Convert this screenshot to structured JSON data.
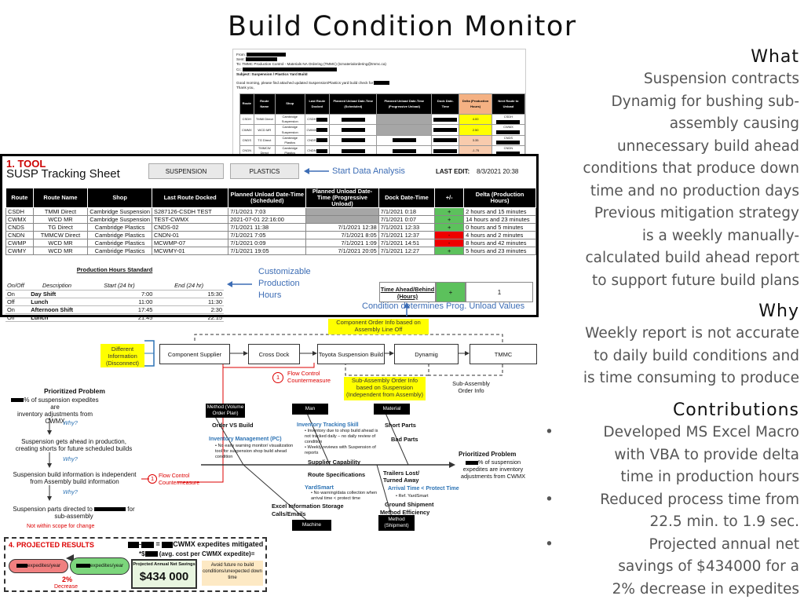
{
  "title": "Build Condition Monitor",
  "what": {
    "heading": "What",
    "lines": [
      "Suspension contracts",
      "Dynamig for bushing sub-",
      "assembly causing",
      "unnecessary build ahead",
      "conditions that produce down",
      "time and no production days",
      "Previous mitigation strategy",
      "is a weekly manually-",
      "calculated build ahead report",
      "to support future build plans"
    ]
  },
  "why": {
    "heading": "Why",
    "lines": [
      "Weekly report is not accurate",
      "to daily build conditions and",
      "is time consuming to produce"
    ]
  },
  "contributions": {
    "heading": "Contributions",
    "items": [
      [
        "Developed MS Excel Macro",
        "with VBA to provide delta",
        "time in production hours"
      ],
      [
        "Reduced process time from",
        "22.5 min. to 1.9 sec."
      ],
      [
        "Projected annual net",
        "savings of $434000 for a",
        "2% decrease in expedites"
      ]
    ]
  },
  "email": {
    "from": "From:",
    "sent": "Sent:",
    "to": "To: TMMC Production Control - Materials NA Ordering (TMMC) (tcmaterialordering@tmmc.ca)",
    "cc": "Cc:",
    "subject": "Subject: Suspension / Plastics Yard Build",
    "greet": "Good morning, please find attached updated Suspension/Plastics yard build check for",
    "thanks": "Thank you,",
    "headers": [
      "Route",
      "Route Name",
      "Shop",
      "Last Route Docked",
      "Planned Unload Date-Time (Scheduled)",
      "Planned Unload Date-Time (Progressive Unload)",
      "Dock Date-Time",
      "Delta (Production Hours)",
      "Next Route to Unload"
    ],
    "rows": [
      [
        "CSDH",
        "TMMI Direct",
        "Cambridge Suspension",
        "CSDH",
        "",
        "",
        "",
        "4.00",
        "CSDH"
      ],
      [
        "CWMX",
        "WCD MR",
        "Cambridge Suspension",
        "CWMX",
        "",
        "",
        "",
        "2.50",
        "CWMX"
      ],
      [
        "CNDS",
        "TG Direct",
        "Cambridge Plastics",
        "CNDS",
        "",
        "",
        "",
        "3.35",
        "CNDS"
      ],
      [
        "CNDN",
        "TMMCW Direct",
        "Cambridge Plastics",
        "CNDN",
        "",
        "",
        "",
        "-1.75",
        "CNDN"
      ]
    ]
  },
  "tool": {
    "label": "1. TOOL",
    "sheet_title": "SUSP Tracking Sheet",
    "btn_suspension": "SUSPENSION",
    "btn_plastics": "PLASTICS",
    "start_analysis": "Start Data Analysis",
    "last_edit_label": "LAST EDIT:",
    "last_edit_value": "8/3/2021 20:38",
    "headers": [
      "Route",
      "Route Name",
      "Shop",
      "Last Route Docked",
      "Planned Unload Date-Time (Scheduled)",
      "Planned Unload Date-Time (Progressive Unload)",
      "Dock Date-Time",
      "+/-",
      "Delta (Production Hours)"
    ],
    "rows": [
      {
        "route": "CSDH",
        "name": "TMMI Direct",
        "shop": "Cambridge Suspension",
        "last": "S287126-CSDH TEST",
        "sched": "7/1/2021 7:03",
        "prog": "",
        "dock": "7/1/2021 0:18",
        "sign": "+",
        "delta": "2 hours and 15 minutes",
        "status": "green"
      },
      {
        "route": "CWMX",
        "name": "WCD MR",
        "shop": "Cambridge Suspension",
        "last": "TEST-CWMX",
        "sched": "2021-07-01 22:16:00",
        "prog": "",
        "dock": "7/1/2021 0:07",
        "sign": "+",
        "delta": "14 hours and 23 minutes",
        "status": "green"
      },
      {
        "route": "CNDS",
        "name": "TG Direct",
        "shop": "Cambridge Plastics",
        "last": "CNDS-02",
        "sched": "7/1/2021 11:38",
        "prog": "7/1/2021 12:38",
        "dock": "7/1/2021 12:33",
        "sign": "+",
        "delta": "0 hours and 5 minutes",
        "status": "green"
      },
      {
        "route": "CNDN",
        "name": "TMMCW Direct",
        "shop": "Cambridge Plastics",
        "last": "CNDN-01",
        "sched": "7/1/2021 7:05",
        "prog": "7/1/2021 8:05",
        "dock": "7/1/2021 12:37",
        "sign": "-",
        "delta": "4 hours and 2 minutes",
        "status": "red"
      },
      {
        "route": "CWMP",
        "name": "WCD MR",
        "shop": "Cambridge Plastics",
        "last": "MCWMP-07",
        "sched": "7/1/2021 0:09",
        "prog": "7/1/2021 1:09",
        "dock": "7/1/2021 14:51",
        "sign": "-",
        "delta": "8 hours and 42 minutes",
        "status": "red"
      },
      {
        "route": "CWMY",
        "name": "WCD MR",
        "shop": "Cambridge Plastics",
        "last": "MCWMY-01",
        "sched": "7/1/2021 19:05",
        "prog": "7/1/2021 20:05",
        "dock": "7/1/2021 12:27",
        "sign": "+",
        "delta": "5 hours and 23 minutes",
        "status": "green"
      }
    ],
    "hours_title": "Production Hours Standard",
    "hours_headers": [
      "On/Off",
      "Description",
      "Start (24 hr)",
      "End (24 hr)"
    ],
    "hours_rows": [
      [
        "On",
        "Day Shift",
        "7:00",
        "15:30"
      ],
      [
        "Off",
        "Lunch",
        "11:00",
        "11:30"
      ],
      [
        "On",
        "Afternoon Shift",
        "17:45",
        "2:30"
      ],
      [
        "Off",
        "Lunch",
        "21:45",
        "22:15"
      ]
    ],
    "customizable": [
      "Customizable",
      "Production",
      "Hours"
    ],
    "time_ahead_label": "Time Ahead/Behind (Hours)",
    "time_ahead_sign": "+",
    "time_ahead_value": "1",
    "condition_note": "Condition determines Prog. Unload Values"
  },
  "flow": {
    "component_order_info": "Component Order Info based on Assembly Line Off",
    "different_info": "Different Information (Disconnect)",
    "nodes": [
      "Component Supplier",
      "Cross Dock",
      "Toyota Suspension Build",
      "Dynamig",
      "TMMC"
    ],
    "flow_control_num": "1",
    "flow_control": "Flow Control Countermeasure",
    "subassembly_info": "Sub-Assembly Order Info based on Suspension (Independent from Assembly)",
    "subassembly_order": "Sub-Assembly Order Info"
  },
  "problem": {
    "title": "Prioritized Problem",
    "line1": "% of suspension expedites are",
    "line2": "inventory adjustments from CWMX",
    "why": "Why?",
    "step2": [
      "Suspension gets ahead in production,",
      "creating shorts for future scheduled builds"
    ],
    "step3": [
      "Suspension build information is independent",
      "from Assembly build information"
    ],
    "step4a": "Suspension parts directed to",
    "step4b": "for",
    "step4c": "sub-assembly",
    "not_scope": "Not within scope for change",
    "fc_num": "1",
    "fc_text": [
      "Flow Control",
      "Countermeasure"
    ]
  },
  "fishbone": {
    "method_label": "Method (Volume Order Plan)",
    "man_label": "Man",
    "material_label": "Material",
    "machine_label": "Machine",
    "method_ship_label": "Method (Shipment)",
    "order_vs_build": "Order VS Build",
    "inv_mgmt": "Inventory Management (PC)",
    "inv_mgmt_bullets": [
      "No early warning monitor/ visualization tool for suspension shop build ahead condition"
    ],
    "inv_skill": "Inventory Tracking Skill",
    "inv_skill_bullets": [
      "Inventory due to shop build ahead is not tracked daily – no daily review of condition",
      "Weekly reviews with Suspension of reports"
    ],
    "supplier_cap": "Supplier Capability",
    "short_parts": "Short Parts",
    "bad_parts": "Bad Parts",
    "route_specs": "Route Specifications",
    "yardsmart": "YardSmart",
    "yardsmart_bullets": [
      "No warning/data collection when arrival time < protect time"
    ],
    "excel_info": "Excel Information Storage",
    "calls": "Calls/Emails",
    "trailers": "Trailers Lost/ Turned Away",
    "arrival": "Arrival Time < Protect Time",
    "arrival_bullet": "Ref. YardSmart",
    "ground": "Ground Shipment",
    "method_eff": "Method Efficiency",
    "head_title": "Prioritized Problem",
    "head_line1": "% of suspension",
    "head_line2": "expedites are inventory",
    "head_line3": "adjustments from CWMX"
  },
  "projected": {
    "label": "4. PROJECTED RESULTS",
    "formula1": "CWMX expedites mitigated",
    "formula2": "(avg. cost per CWMX expedite)=",
    "expedites1": "expedites/year",
    "expedites2": "expedites/year",
    "pct": "2%",
    "decrease": "Decrease",
    "savings_label": "Projected Annual Net Savings",
    "savings_value": "$434 000",
    "note": "Avoid future no build conditions/unexpected down time"
  }
}
